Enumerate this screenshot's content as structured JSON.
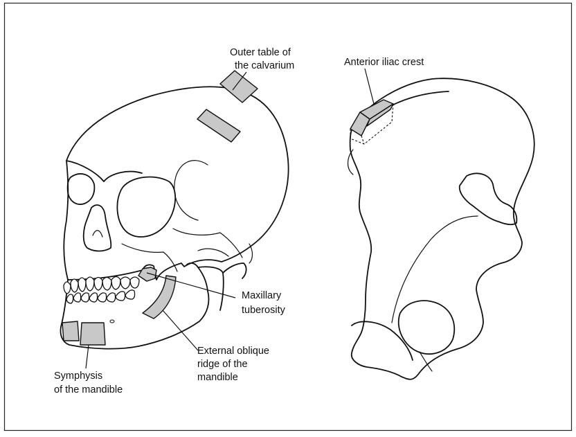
{
  "figure": {
    "graft_fill": "#c8c8c8",
    "outline_color": "#111111",
    "background": "#ffffff"
  },
  "labels": {
    "calvarium": [
      "Outer table of",
      "the calvarium"
    ],
    "iliac": [
      "Anterior iliac crest"
    ],
    "maxillary": [
      "Maxillary",
      "tuberosity"
    ],
    "oblique": [
      "External oblique",
      "ridge of the",
      "mandible"
    ],
    "symphysis": [
      "Symphysis",
      "of the mandible"
    ]
  }
}
